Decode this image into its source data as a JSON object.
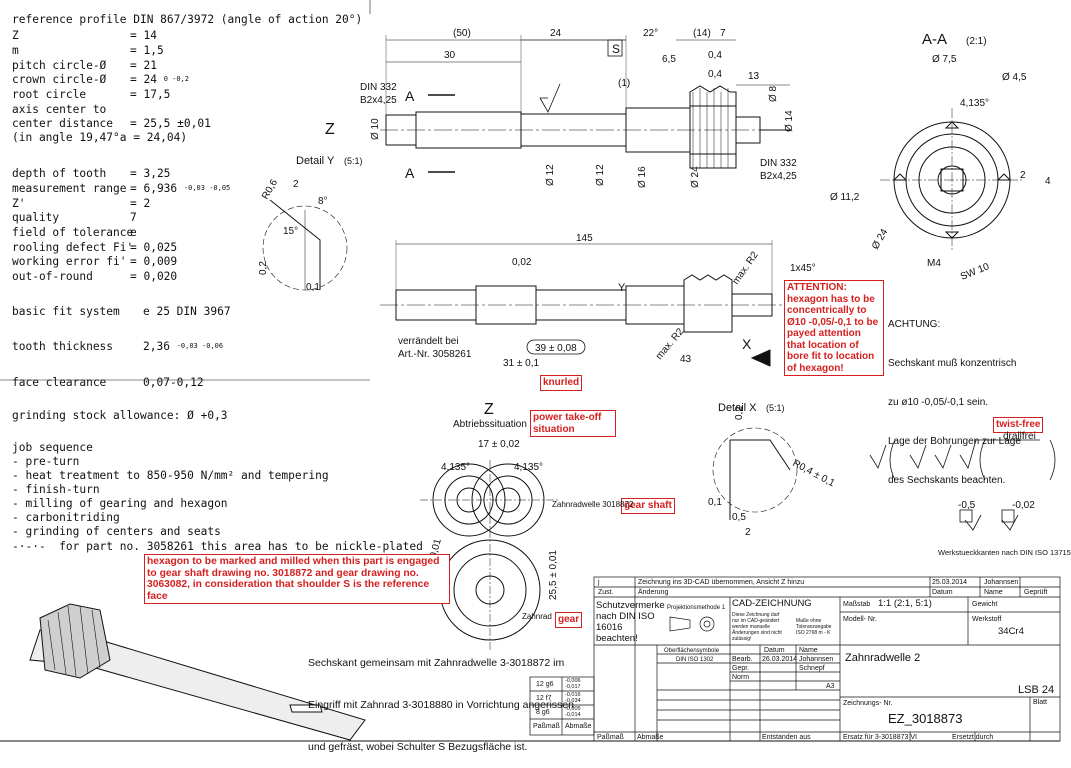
{
  "specs": {
    "title": "reference profile DIN 867/3972 (angle of action 20°)",
    "rows": [
      {
        "k": "Z",
        "v": "= 14",
        "y": 0
      },
      {
        "k": "m",
        "v": "= 1,5",
        "y": 0
      },
      {
        "k": "pitch circle-Ø",
        "v": "= 21",
        "y": 0
      },
      {
        "k": "crown circle-Ø",
        "v": "= 24",
        "sup": "0 -0,2",
        "y": 0
      },
      {
        "k": "root circle",
        "v": "= 17,5",
        "y": 0
      },
      {
        "k": "axis center to",
        "v": "",
        "y": 0
      },
      {
        "k": "center distance",
        "v": "= 25,5 ±0,01",
        "y": 0
      },
      {
        "k": "(in angle 19,47°a = 24,04)",
        "v": "",
        "y": 0
      }
    ],
    "rows2": [
      {
        "k": "depth of tooth",
        "v": "= 3,25"
      },
      {
        "k": "measurement range",
        "v": "= 6,936",
        "sup": "-0,03 -0,05"
      },
      {
        "k": "Z'",
        "v": "= 2"
      },
      {
        "k": "quality",
        "v": "7"
      },
      {
        "k": "field of tolerance",
        "v": "e"
      },
      {
        "k": "rooling defect Fi'",
        "v": "= 0,025"
      },
      {
        "k": "working error fi'",
        "v": "= 0,009"
      },
      {
        "k": "out-of-round",
        "v": "= 0,020"
      }
    ],
    "basic_fit": {
      "k": "basic fit system",
      "v": "e 25 DIN 3967"
    },
    "tooth_thickness": {
      "k": "tooth thickness",
      "v": "2,36",
      "sup": "-0,03 -0,06"
    },
    "face_clearance": {
      "k": "face clearance",
      "v": "0,07-0,12"
    },
    "grinding": "grinding stock allowance: Ø +0,3",
    "job_title": "job sequence",
    "jobs": [
      "- pre-turn",
      "- heat treatment to 850-950 N/mm² and tempering",
      "- finish-turn",
      "- milling of gearing and hexagon",
      "- carbonitriding",
      "- grinding of centers and seats",
      "-·-·-  for part no. 3058261 this area has to be nickle-plated"
    ]
  },
  "notes": {
    "hexagon_marked": "hexagon to be marked and milled when this part is engaged to gear shaft drawing no. 3018872 and gear drawing no. 3063082, in consideration that shoulder S is the reference face",
    "attention": "ATTENTION: hexagon has to be concentrically to Ø10 -0,05/-0,1 to be payed attention that location of bore fit to location of hexagon!",
    "power_takeoff": "power take-off situation",
    "gear_shaft": "gear shaft",
    "gear": "gear",
    "twist_free": "twist-free",
    "knurled": "knurled"
  },
  "german": {
    "achtung": [
      "ACHTUNG:",
      "Sechskant muß konzentrisch",
      "zu ø10 -0,05/-0,1 sein.",
      "Lage der Bohrungen zur Lage",
      "des Sechskants beachten."
    ],
    "sechskant": [
      "Sechskant gemeinsam mit Zahnradwelle 3-3018872 im",
      "Eingriff mit Zahnrad 3-3018880 in Vorrichtung angerissen",
      "und gefräst, wobei Schulter S Bezugsfläche ist."
    ],
    "verrandelt": "verrändelt bei",
    "artnr": "Art.-Nr. 3058261",
    "abtrieb": "Abtriebssituation",
    "zahnradwelle": "Zahnradwelle 3018872",
    "zahnrad": "Zahnrad",
    "drallfrei": "drallfrei",
    "werkstueck": "Werkstueckkanten nach DIN ISO 13715"
  },
  "views": {
    "section_aa": "A-A",
    "section_scale": "(2:1)",
    "detail_y": "Detail Y",
    "detail_y_scale": "(5:1)",
    "detail_x": "Detail X",
    "detail_x_scale": "(5:1)",
    "z_label": "Z",
    "a_label": "A",
    "s_label": "S",
    "x_label": "X",
    "y_label": "Y"
  },
  "dims": {
    "d50": "(50)",
    "d30": "30",
    "d24": "24",
    "d14": "(14)",
    "d145": "145",
    "d13": "13",
    "d11": "(1)",
    "d04a": "0,4",
    "d04b": "0,4",
    "d65": "6,5",
    "d22": "22°",
    "d7": "7",
    "d8": "Ø 8",
    "d12a": "Ø 12",
    "d12b": "Ø 12",
    "d16": "Ø 16",
    "d24g": "Ø 24",
    "d14b": "Ø 14",
    "d10": "Ø 10",
    "din332a": "DIN 332",
    "b2x425a": "B2x4,25",
    "din332b": "DIN 332",
    "b2x425b": "B2x4,25",
    "d75": "Ø 7,5",
    "d45": "Ø 4,5",
    "d4135": "4,135°",
    "d112": "Ø 11,2",
    "d24aa": "Ø 24",
    "m4": "M4",
    "sw10": "SW 10",
    "d2": "2",
    "d4": "4",
    "d1x45": "1x45°",
    "r2a": "max. R2",
    "r2b": "max. R2",
    "d39": "39 ± 0,08",
    "d43": "43",
    "d31": "31 ± 0,1",
    "d17": "17 ± 0,02",
    "d255a": "25,5 ± 0,01",
    "d255b": "25,5 ± 0,01",
    "d4135b": "4,135°",
    "d4135c": "4,135°",
    "r06": "R0,6",
    "d2y": "2",
    "d8deg": "8°",
    "d15deg": "15°",
    "d02a": "0,2",
    "d01": "0,1",
    "r04": "R0,4 ± 0,1",
    "d02x": "0,2",
    "d05": "0,5",
    "d2x": "2",
    "d01x": "0,1",
    "d002a": "0,02",
    "d05b": "-0,5",
    "d002b": "-0,02"
  },
  "titleblock": {
    "row1": {
      "col1": "j",
      "col2": "Zeichnung ins 3D-CAD übernommen, Ansicht Z hinzu",
      "date": "25.03.2014",
      "name": "Johannsen"
    },
    "row2": {
      "col1": "Zust.",
      "col2": "Änderung",
      "date": "Datum",
      "name": "Name",
      "check": "Geprüft"
    },
    "schutz": "Schutzvermerke nach DIN ISO 16016 beachten!",
    "projektion": "Projektionsmethode 1",
    "cad": "CAD-ZEICHNUNG",
    "cad_small": "Diese Zeichnung darf nur im CAD-geändert werden manuelle Änderungen sind nicht zulässig!",
    "masse": "Maße ohne Toleranzangabe ISO 2768 m - K",
    "massstab_lbl": "Maßstab",
    "massstab": "1:1 (2:1, 5:1)",
    "gewicht": "Gewicht",
    "modell": "Modell- Nr.",
    "werkstoff_lbl": "Werkstoff",
    "werkstoff": "34Cr4",
    "oberflaeche": "Oberflächensymbole",
    "din1302": "DIN ISO 1302",
    "datum_h": "Datum",
    "name_h": "Name",
    "bearb": "Bearb.",
    "bearb_d": "26.03.2014",
    "bearb_n": "Johannsen",
    "gepr": "Gepr.",
    "gepr_n": "Schnepf",
    "norm": "Norm",
    "a3": "A3",
    "title": "Zahnradwelle 2",
    "lsb": "LSB 24",
    "zeichnungs": "Zeichnungs- Nr.",
    "number": "EZ_3018873",
    "blatt": "Blatt",
    "entstanden": "Entstanden aus",
    "ersatz_fuer": "Ersatz für 3-3018873 VI",
    "ersetzt": "Ersetzt durch",
    "passmass": "Paßmaß",
    "abmasse": "Abmaße",
    "fits": [
      {
        "f": "12 g6",
        "a": "-0,006 -0,017"
      },
      {
        "f": "12 f7",
        "a": "-0,016 -0,034"
      },
      {
        "f": "8 g6",
        "a": "-0,005 -0,014"
      }
    ]
  }
}
